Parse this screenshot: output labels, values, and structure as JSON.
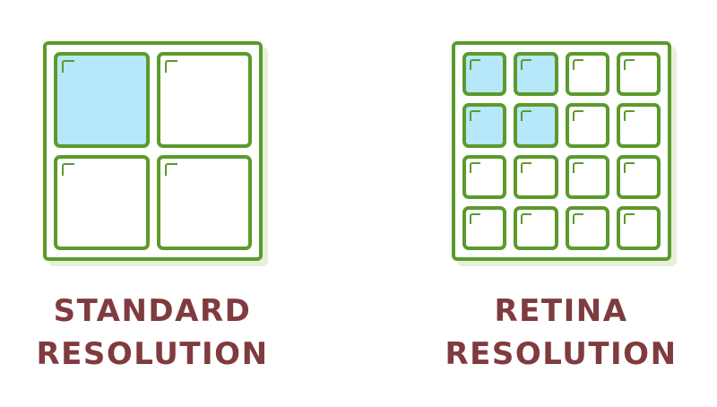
{
  "panels": [
    {
      "key": "standard",
      "caption_line1": "STANDARD",
      "caption_line2": "RESOLUTION",
      "grid_size": 2,
      "lit_cells": [
        [
          0,
          0
        ]
      ]
    },
    {
      "key": "retina",
      "caption_line1": "RETINA",
      "caption_line2": "RESOLUTION",
      "grid_size": 4,
      "lit_cells": [
        [
          0,
          0
        ],
        [
          0,
          1
        ],
        [
          1,
          0
        ],
        [
          1,
          1
        ]
      ]
    }
  ],
  "colors": {
    "grid_stroke": "#5b9a2c",
    "frame_shadow": "#e6f0da",
    "pixel_lit": "#b6e8fa",
    "pixel_unlit": "#ffffff",
    "caption_text": "#7f3b3e"
  }
}
